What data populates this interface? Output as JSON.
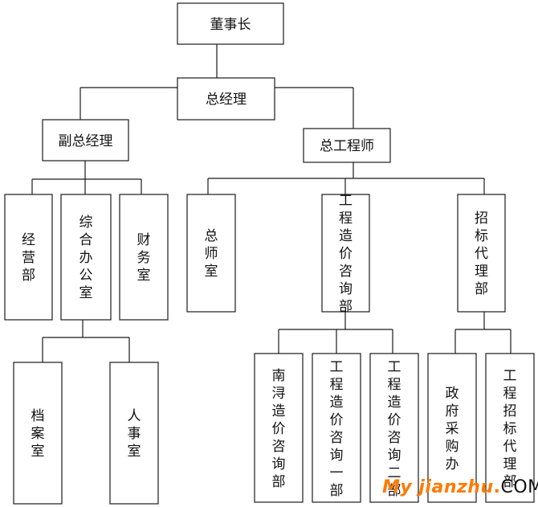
{
  "nodes": {
    "chairman": "董事长",
    "general_manager": "总经理",
    "deputy_gm": "副总经理",
    "chief_engineer": "总工程师",
    "business_dept": "经营部",
    "general_office": "综合办公室",
    "finance_office": "财务室",
    "chief_engineer_office": "总师室",
    "cost_consulting_dept": "工程造价咨询部",
    "bidding_agency_dept": "招标代理部",
    "archives_room": "档案室",
    "hr_room": "人事室",
    "nanxun_cost_dept": "南浔造价咨询部",
    "cost_dept_one": "工程造价咨询一部",
    "cost_dept_two": "工程造价咨询二部",
    "gov_procurement": "政府采购办",
    "bidding_agency_sub": "工程招标代理部"
  },
  "watermark": {
    "main": "My jianzhu",
    "dot": ".",
    "suffix": "COM"
  }
}
